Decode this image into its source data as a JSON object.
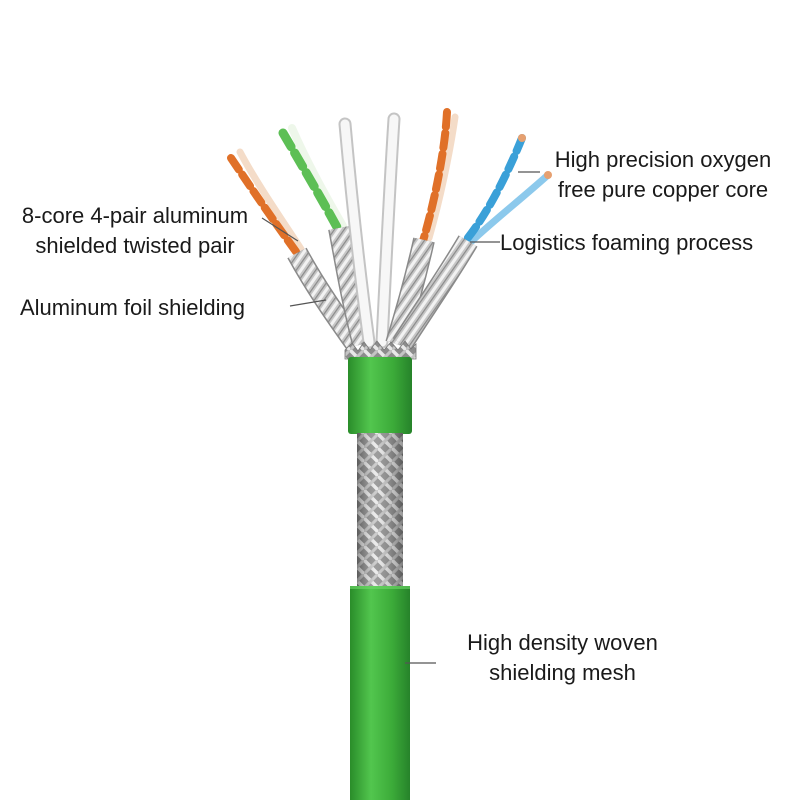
{
  "labels": {
    "twisted_pair": {
      "line1": "8-core 4-pair aluminum",
      "line2": "shielded twisted pair"
    },
    "foil": "Aluminum foil shielding",
    "copper_core": {
      "line1": "High precision oxygen",
      "line2": "free pure copper core"
    },
    "foaming": "Logistics foaming process",
    "mesh": {
      "line1": "High density woven",
      "line2": "shielding mesh"
    }
  },
  "colors": {
    "jacket": "#3fb33b",
    "braid": "#9a9a9a",
    "foil": "#cfcfcf",
    "pair_orange": "#e07028",
    "pair_green": "#5dbf55",
    "pair_blue": "#3aa0d8",
    "wire_white": "#f5f5f5",
    "leader_line": "#555555"
  }
}
